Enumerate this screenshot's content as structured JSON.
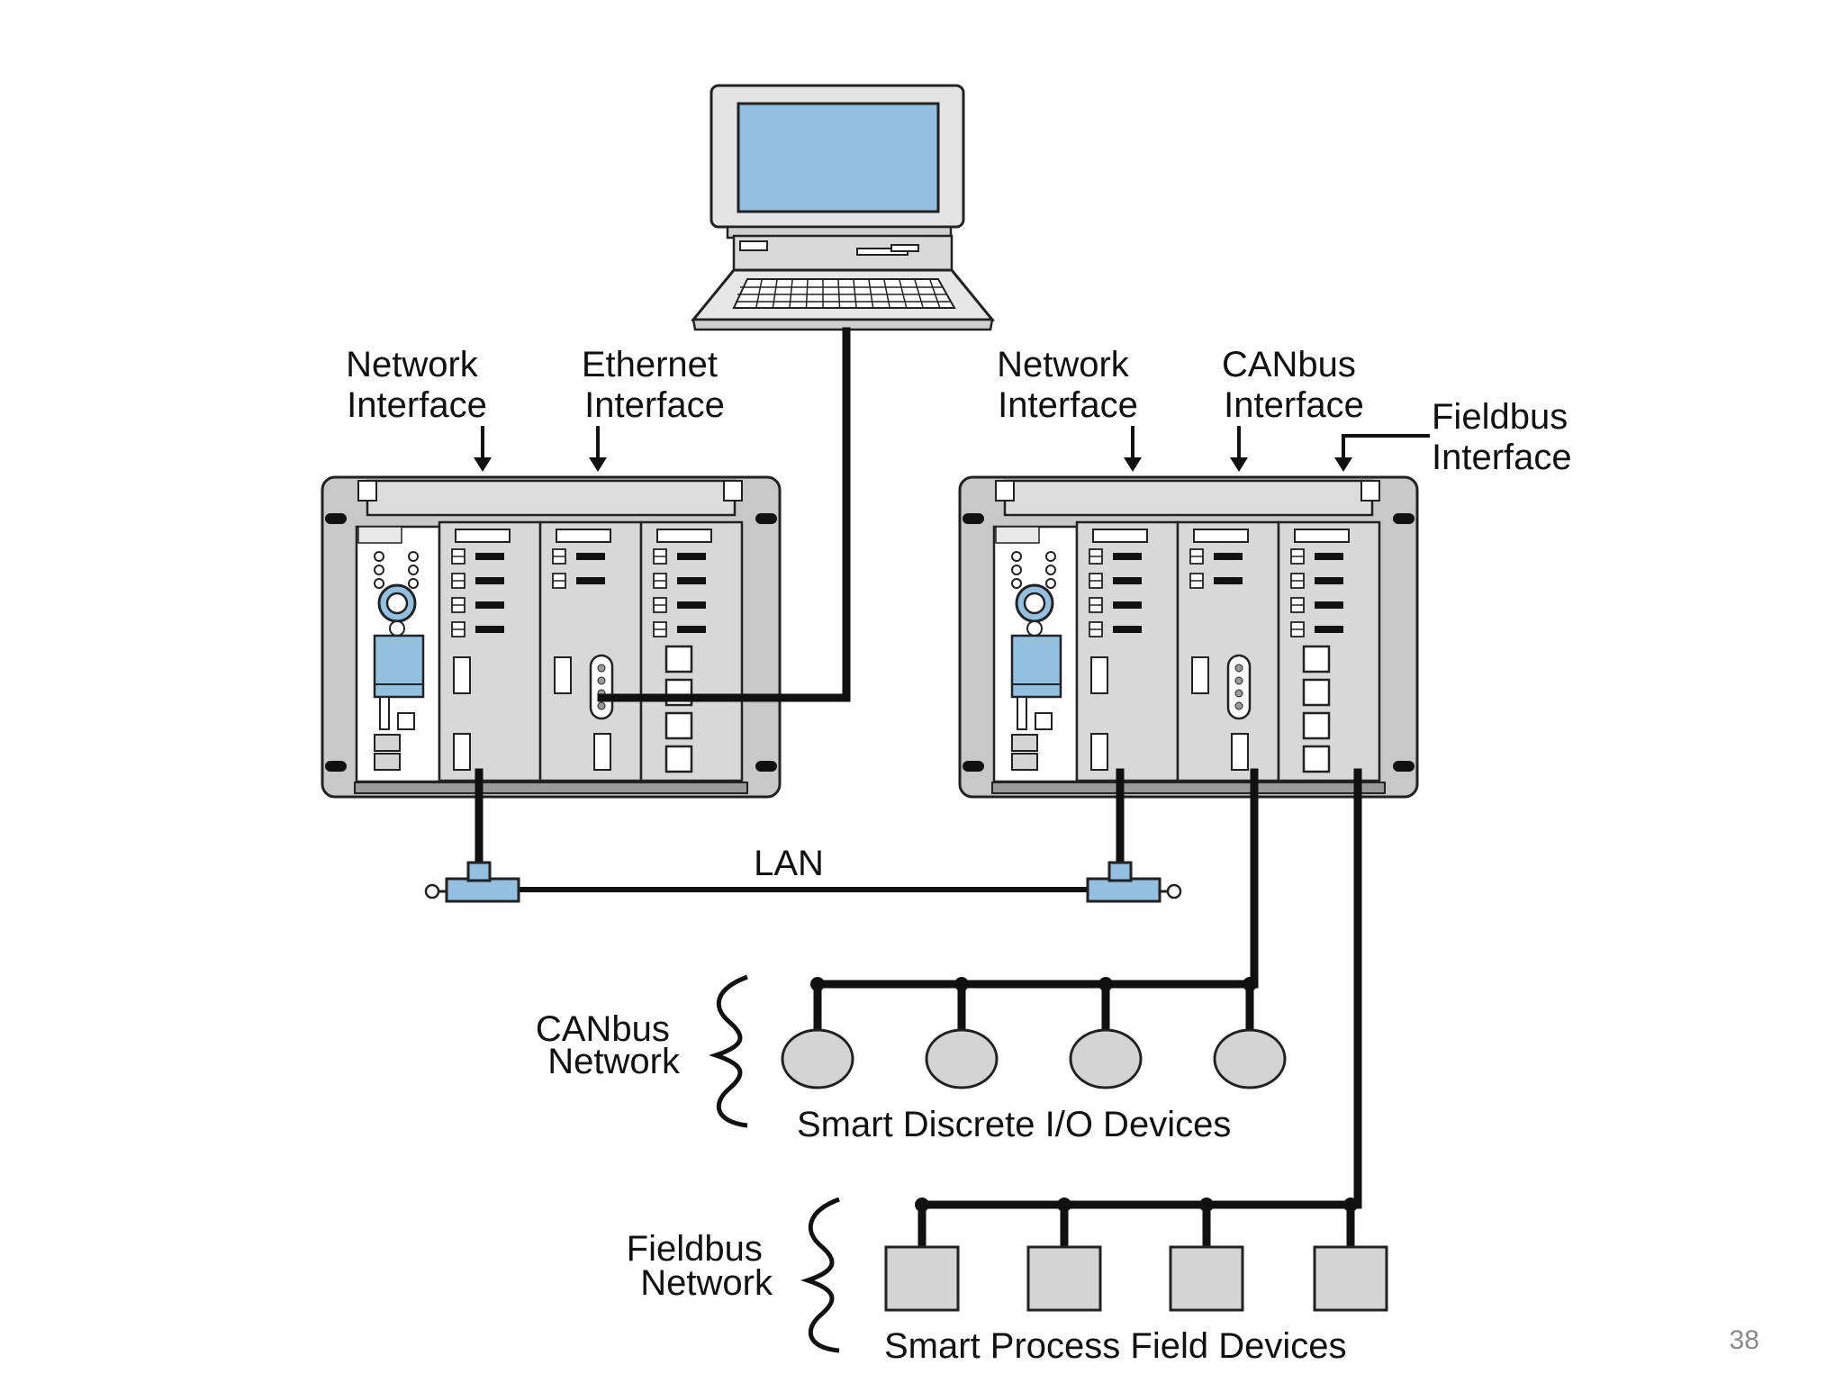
{
  "labels": {
    "left_network_interface": [
      "Network",
      "Interface"
    ],
    "left_ethernet_interface": [
      "Ethernet",
      "Interface"
    ],
    "right_network_interface": [
      "Network",
      "Interface"
    ],
    "right_canbus_interface": [
      "CANbus",
      "Interface"
    ],
    "right_fieldbus_interface": [
      "Fieldbus",
      "Interface"
    ],
    "lan": "LAN",
    "canbus_network": [
      "CANbus",
      "Network"
    ],
    "fieldbus_network": [
      "Fieldbus",
      "Network"
    ],
    "smart_discrete_io_devices": "Smart Discrete I/O Devices",
    "smart_process_field_devices": "Smart Process Field Devices"
  },
  "page_number": "38",
  "colors": {
    "screen_blue": "#93bfe0",
    "device_gray": "#d4d4d4",
    "line_black": "#111111"
  },
  "icons": [
    "laptop-icon",
    "controller-rack-icon",
    "tee-connector-icon",
    "brace-icon"
  ]
}
